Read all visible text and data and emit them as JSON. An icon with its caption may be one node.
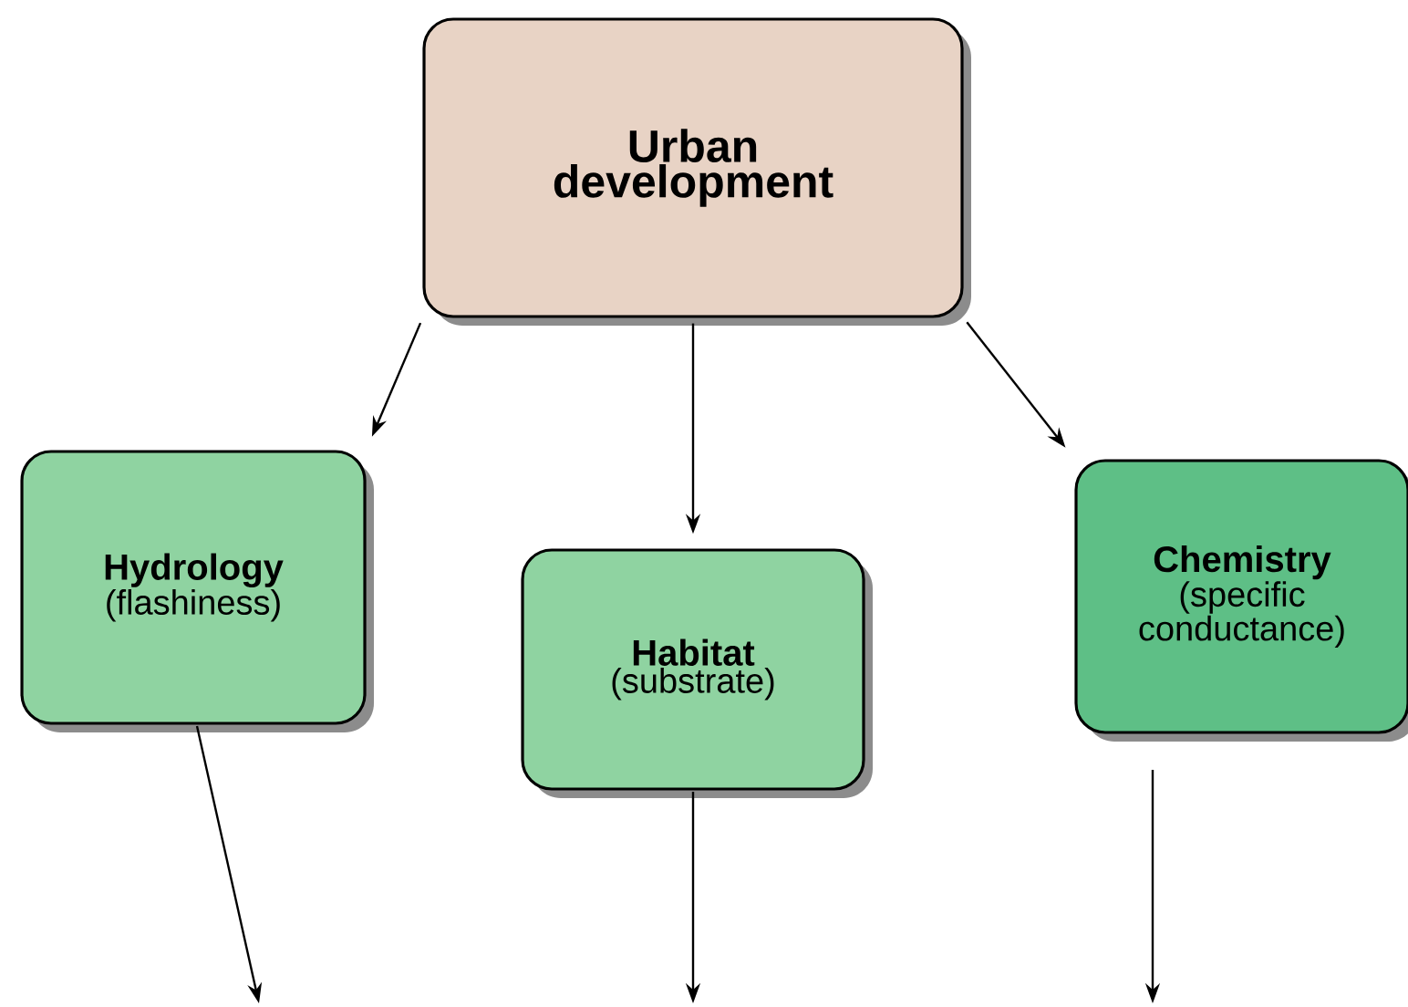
{
  "diagram": {
    "nodes": [
      {
        "text": [
          "Urban development"
        ]
      },
      {
        "text": [
          "Hydrology",
          "(flashiness)"
        ]
      },
      {
        "text": [
          "Habitat",
          "(substrate)"
        ]
      },
      {
        "text": [
          "Chemistry",
          "(specific conductance)"
        ]
      }
    ],
    "edges": [
      {
        "from": 0,
        "to": 1,
        "arrow": "to"
      },
      {
        "from": 0,
        "to": 2,
        "arrow": "to"
      },
      {
        "from": 0,
        "to": 3,
        "arrow": "to"
      },
      {
        "from": 1,
        "to": null,
        "arrow": "to"
      },
      {
        "from": 2,
        "to": null,
        "arrow": "to"
      },
      {
        "from": 3,
        "to": null,
        "arrow": "to"
      }
    ]
  }
}
